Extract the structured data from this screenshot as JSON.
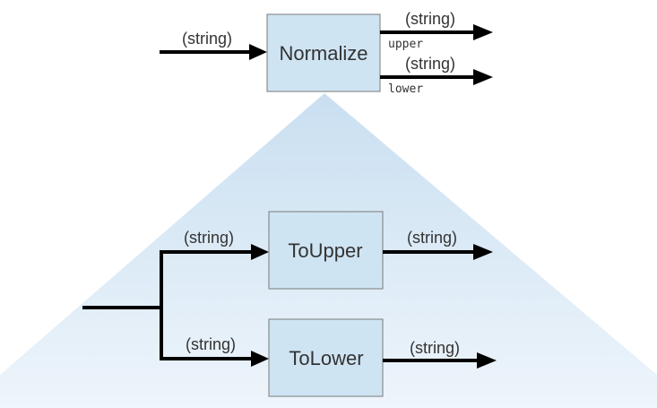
{
  "diagram": {
    "colors": {
      "box_fill": "#cfe4f3",
      "box_stroke": "#7a7a7a",
      "arrow": "#000000",
      "triangle_top": "#c9dff1",
      "triangle_bottom": "#eef5fb"
    },
    "top": {
      "box_label": "Normalize",
      "input_type": "(string)",
      "outputs": [
        {
          "type": "(string)",
          "port": "upper"
        },
        {
          "type": "(string)",
          "port": "lower"
        }
      ]
    },
    "bottom": {
      "to_upper": {
        "box_label": "ToUpper",
        "input_type": "(string)",
        "output_type": "(string)"
      },
      "to_lower": {
        "box_label": "ToLower",
        "input_type": "(string)",
        "output_type": "(string)"
      }
    }
  }
}
